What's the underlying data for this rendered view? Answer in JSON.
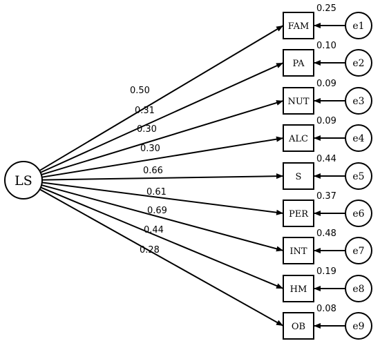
{
  "latent": {
    "label": "LS"
  },
  "indicators": [
    {
      "label": "FAM",
      "loading": "0.50",
      "r2": "0.25",
      "error": "e1"
    },
    {
      "label": "PA",
      "loading": "0.31",
      "r2": "0.10",
      "error": "e2"
    },
    {
      "label": "NUT",
      "loading": "0.30",
      "r2": "0.09",
      "error": "e3"
    },
    {
      "label": "ALC",
      "loading": "0.30",
      "r2": "0.09",
      "error": "e4"
    },
    {
      "label": "S",
      "loading": "0.66",
      "r2": "0.44",
      "error": "e5"
    },
    {
      "label": "PER",
      "loading": "0.61",
      "r2": "0.37",
      "error": "e6"
    },
    {
      "label": "INT",
      "loading": "0.69",
      "r2": "0.48",
      "error": "e7"
    },
    {
      "label": "HM",
      "loading": "0.44",
      "r2": "0.19",
      "error": "e8"
    },
    {
      "label": "OB",
      "loading": "0.28",
      "r2": "0.08",
      "error": "e9"
    }
  ]
}
